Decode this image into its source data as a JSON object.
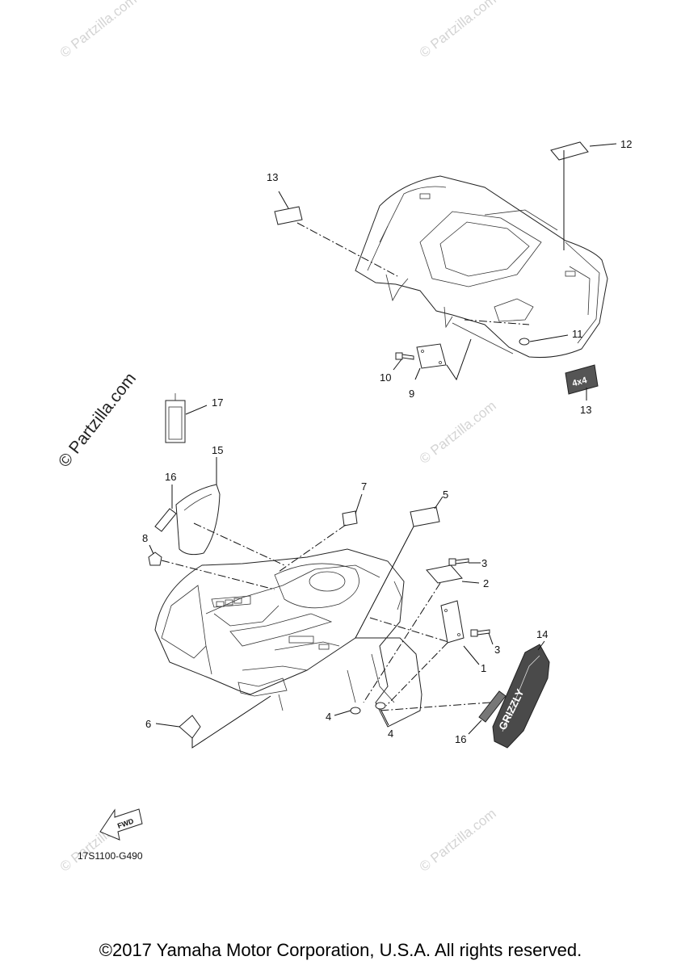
{
  "diagram": {
    "code": "17S1100-G490",
    "copyright": "©2017 Yamaha Motor Corporation, U.S.A. All rights reserved.",
    "watermark": "© Partzilla.com",
    "watermark_faint": "© Partzilla.com",
    "fwd_label": "FWD",
    "emblem_text": "GRIZZLY",
    "badge_text": "4x4"
  },
  "callouts": [
    {
      "number": "1"
    },
    {
      "number": "2"
    },
    {
      "number": "3"
    },
    {
      "number": "3"
    },
    {
      "number": "4"
    },
    {
      "number": "4"
    },
    {
      "number": "5"
    },
    {
      "number": "6"
    },
    {
      "number": "7"
    },
    {
      "number": "8"
    },
    {
      "number": "9"
    },
    {
      "number": "10"
    },
    {
      "number": "11"
    },
    {
      "number": "12"
    },
    {
      "number": "13"
    },
    {
      "number": "13"
    },
    {
      "number": "14"
    },
    {
      "number": "15"
    },
    {
      "number": "16"
    },
    {
      "number": "16"
    },
    {
      "number": "17"
    }
  ]
}
